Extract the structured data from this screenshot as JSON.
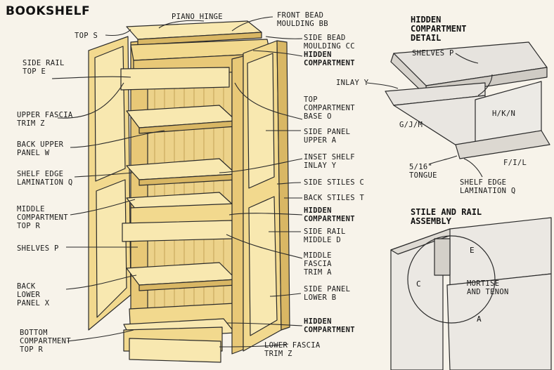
{
  "title": "BOOKSHELF",
  "labels": {
    "piano_hinge": "PIANO HINGE",
    "front_bead": "FRONT BEAD\nMOULDING BB",
    "top_s": "TOP S",
    "side_bead": "SIDE BEAD\nMOULDING CC",
    "hidden_comp_1": "HIDDEN\nCOMPARTMENT",
    "side_rail_top": "SIDE RAIL\nTOP E",
    "top_comp_base": "TOP\nCOMPARTMENT\nBASE O",
    "upper_fascia": "UPPER FASCIA\nTRIM Z",
    "side_panel_upper": "SIDE PANEL\nUPPER A",
    "back_upper": "BACK UPPER\nPANEL W",
    "inset_shelf": "INSET SHELF\nINLAY Y",
    "shelf_edge_left": "SHELF EDGE\nLAMINATION Q",
    "side_stiles": "SIDE STILES C",
    "back_stiles": "BACK STILES T",
    "middle_comp_top": "MIDDLE\nCOMPARTMENT\nTOP R",
    "hidden_comp_2": "HIDDEN\nCOMPARTMENT",
    "side_rail_middle": "SIDE RAIL\nMIDDLE D",
    "shelves_left": "SHELVES P",
    "middle_fascia": "MIDDLE\nFASCIA\nTRIM A",
    "back_lower": "BACK\nLOWER\nPANEL X",
    "side_panel_lower": "SIDE PANEL\nLOWER B",
    "hidden_comp_3": "HIDDEN\nCOMPARTMENT",
    "bottom_comp_top": "BOTTOM\nCOMPARTMENT\nTOP R",
    "lower_fascia": "LOWER FASCIA\nTRIM Z"
  },
  "detail": {
    "title": "HIDDEN\nCOMPARTMENT\nDETAIL",
    "shelves": "SHELVES P",
    "inlay": "INLAY Y",
    "gjm": "G/J/M",
    "hkn": "H/K/N",
    "fil": "F/I/L",
    "tongue": "5/16\"\nTONGUE",
    "shelf_edge": "SHELF EDGE\nLAMINATION Q"
  },
  "assembly": {
    "title": "STILE AND RAIL\nASSEMBLY",
    "c": "C",
    "e": "E",
    "a": "A",
    "mortise": "MORTISE\nAND TENON"
  },
  "colors": {
    "wood": "#f2d98e",
    "wood_light": "#f8e8b0",
    "wood_dark": "#d9b764",
    "line": "#2a2a2a",
    "bg": "#f7f3ea",
    "grey": "#e6e3de"
  }
}
